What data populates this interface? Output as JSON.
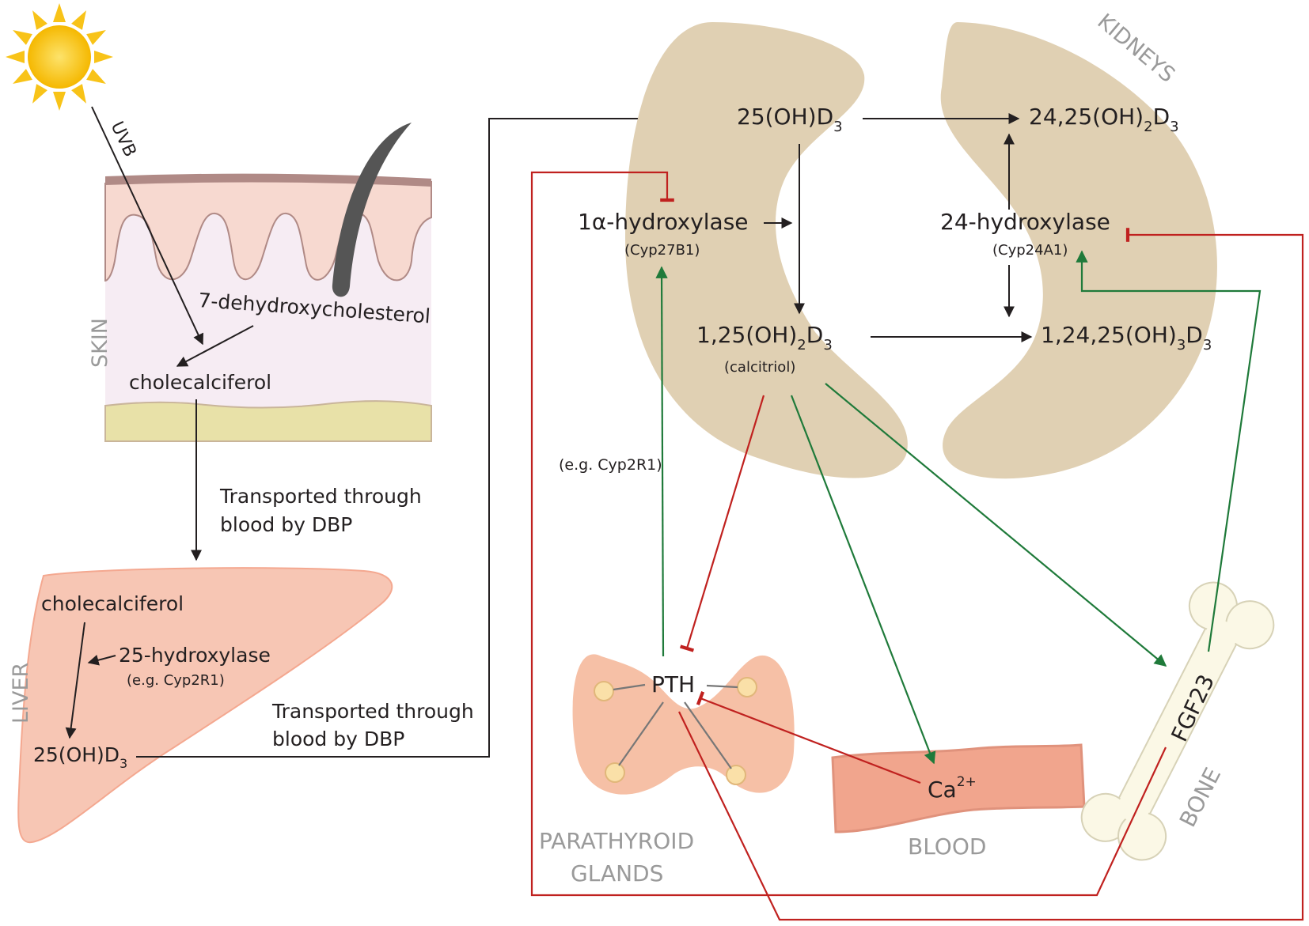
{
  "colors": {
    "inhibit": "#c0211f",
    "stimulate": "#1f7a3a",
    "arrow": "#231f20",
    "kidney": "#e0d0b3",
    "liver": "#f7c6b4",
    "skin_top": "#b08a86",
    "skin_pink": "#f7d9d0",
    "skin_light": "#f6ecf3",
    "skin_fat": "#e8e1a8",
    "parathyroid": "#f6c0a6",
    "gland_dot": "#fae0a8",
    "blood": "#f1a58d",
    "bone": "#fbf8e6",
    "sun": "#f8c318",
    "hair": "#555555"
  },
  "icons": {
    "sun": "sun-icon",
    "hair": "hair-icon",
    "bone": "bone-icon"
  },
  "organs": {
    "skin": "SKIN",
    "liver": "LIVER",
    "kidneys": "KIDNEYS",
    "parathyroid_line1": "PARATHYROID",
    "parathyroid_line2": "GLANDS",
    "blood": "BLOOD",
    "bone": "BONE"
  },
  "skin": {
    "uvb": "UVB",
    "precursor": "7-dehydroxycholesterol",
    "product": "cholecalciferol"
  },
  "transport": {
    "first_line1": "Transported through",
    "first_line2": "blood by DBP",
    "second_line1": "Transported through",
    "second_line2": "blood by DBP"
  },
  "liver": {
    "substrate": "cholecalciferol",
    "enzyme": "25-hydroxylase",
    "enzyme_example": "(e.g. Cyp2R1)",
    "product_main": "25(OH)D",
    "product_sub": "3"
  },
  "kidney": {
    "calcidiol_main": "25(OH)D",
    "calcidiol_sub": "3",
    "hydroxylase_1a": "1α-hydroxylase",
    "hydroxylase_1a_gene": "(Cyp27B1)",
    "calcitriol_a": "1,25(OH)",
    "calcitriol_b": "2",
    "calcitriol_c": "D",
    "calcitriol_d": "3",
    "calcitriol_name": "(calcitriol)",
    "hydroxylase_24": "24-hydroxylase",
    "hydroxylase_24_gene": "(Cyp24A1)",
    "inactive1_a": "24,25(OH)",
    "inactive1_b": "2",
    "inactive1_c": "D",
    "inactive1_d": "3",
    "inactive2_a": "1,24,25(OH)",
    "inactive2_b": "3",
    "inactive2_c": "D",
    "inactive2_d": "3"
  },
  "regulators": {
    "pth": "PTH",
    "pth_example": "(e.g. Cyp2R1)",
    "calcium_main": "Ca",
    "calcium_charge": "2+",
    "fgf23": "FGF23"
  }
}
